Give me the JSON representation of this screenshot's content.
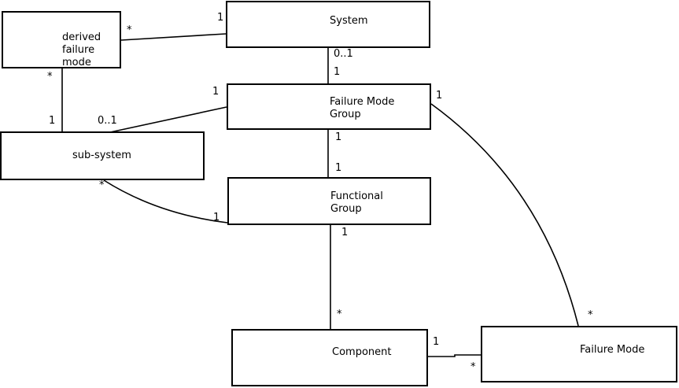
{
  "diagram": {
    "type": "uml-association-diagram",
    "colors": {
      "background": "#ffffff",
      "line": "#000000",
      "text": "#000000",
      "node_fill": "#ffffff",
      "node_border": "#000000"
    },
    "nodes": [
      {
        "id": "derived-failure-mode",
        "label": "derived failure mode"
      },
      {
        "id": "system",
        "label": "System"
      },
      {
        "id": "failure-mode-group",
        "label": "Failure Mode Group"
      },
      {
        "id": "sub-system",
        "label": "sub-system"
      },
      {
        "id": "functional-group",
        "label": "Functional Group"
      },
      {
        "id": "component",
        "label": "Component"
      },
      {
        "id": "failure-mode",
        "label": "Failure Mode"
      }
    ],
    "relations": [
      {
        "from": "derived failure mode",
        "to": "System",
        "from_mult": "*",
        "to_mult": "1"
      },
      {
        "from": "derived failure mode",
        "to": "sub-system",
        "from_mult": "*",
        "to_mult": "1"
      },
      {
        "from": "sub-system",
        "to": "Failure Mode Group",
        "from_mult": "0..1",
        "to_mult": "1"
      },
      {
        "from": "System",
        "to": "Failure Mode Group",
        "from_mult": "0..1",
        "to_mult": "1"
      },
      {
        "from": "Failure Mode Group",
        "to": "Functional Group",
        "from_mult": "1",
        "to_mult": "1"
      },
      {
        "from": "sub-system",
        "to": "Functional Group",
        "from_mult": "*",
        "to_mult": "1"
      },
      {
        "from": "Functional Group",
        "to": "Component",
        "from_mult": "1",
        "to_mult": "*"
      },
      {
        "from": "Component",
        "to": "Failure Mode",
        "from_mult": "1",
        "to_mult": "*"
      },
      {
        "from": "Failure Mode Group",
        "to": "Failure Mode",
        "from_mult": "1",
        "to_mult": "*"
      }
    ]
  }
}
